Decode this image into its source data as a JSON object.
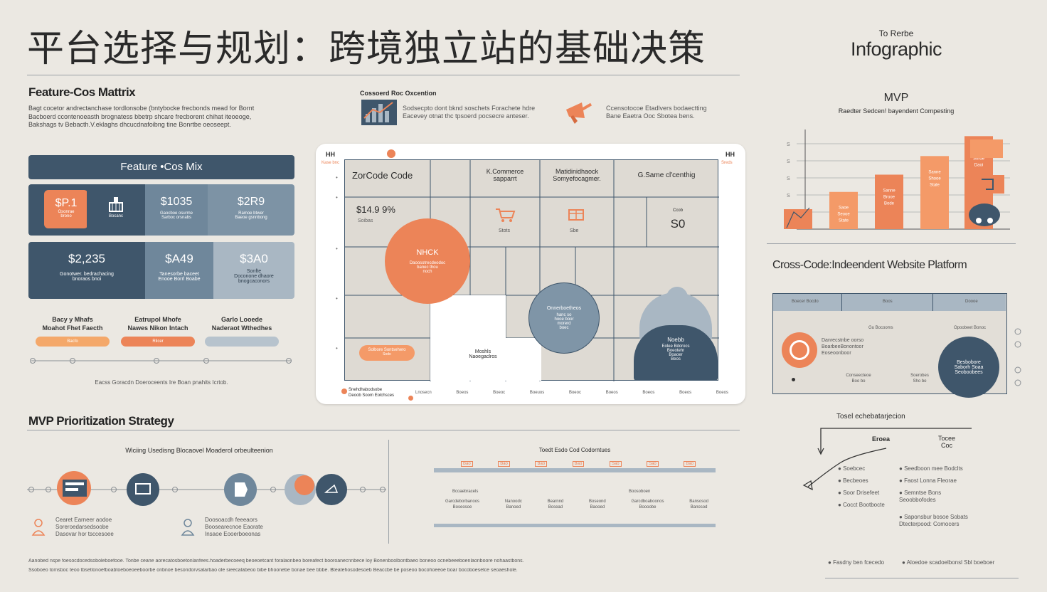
{
  "header": {
    "title": "平台选择与规划：跨境独立站的基础决策",
    "tag_small": "To Rerbe",
    "tag_large": "Infographic"
  },
  "matrix": {
    "title": "Feature-Cos Mattrix",
    "desc_lines": [
      "Bagt cocetor andrectanchase tordlonsobe (bntybocke frecbonds mead for Bornt",
      "Bacboerd ccontenoeasth brognatess bbetrp shcare frecborent chihat iteoeoge,",
      "Bakshags tv Bebacth.V.eklaghs dhcucdnafoibng tine Bonrtbe oeoseept."
    ],
    "bar_title": "Feature •Cos Mix",
    "row1": [
      {
        "price": "$P.1",
        "sub": "Osonrae\nbrono"
      },
      {
        "price": "",
        "sub": "Bocanc"
      },
      {
        "price": "$1035",
        "sub": "Gaocboe osurme\nSarboc orsnabs"
      },
      {
        "price": "$2R9",
        "sub": "Ramoe btwer\nBaeoe gsnnbong"
      }
    ],
    "row2": [
      {
        "price": "$2,235",
        "sub": "Gonotwer. bedrachacing\nbnoraos bnoi"
      },
      {
        "price": "$A49",
        "sub": "Tanesorbe baceet\nEnooe Borrl Boabe"
      },
      {
        "price": "$3A0",
        "sub": "Sonfte\nDoconone dhaore\nbnogcaconors"
      }
    ],
    "legend": [
      {
        "label": "Bacy y Mhafs\nMoahot Fhet Faecth",
        "pill": "Bacfo"
      },
      {
        "label": "Eatrupol Mhofe\nNawes Nikon Intach",
        "pill": "Rilcer"
      },
      {
        "label": "Garlo Looede\nNaderaot Wthedhes",
        "pill": ""
      }
    ],
    "footnote": "Eacss Goracdn Doeroceents Ire Boan pnahits Icrtob."
  },
  "cost_strip": {
    "heading": "Cossoerd Roc Oxcention",
    "text1": "Sodsecpto dont bknd soschets Forachete hdre\nEacevey otnat thc tpsoerd pocsecre anteser.",
    "text2": "Ccensotocoe Etadlvers bodaectting\nBane Eaetra Ooc Sbotea bens."
  },
  "chart": {
    "corner_tl": "HH",
    "corner_tl_sub": "Kase bnc",
    "corner_tr": "HH",
    "corner_tr_sub": "Sreds",
    "header_cells": [
      "ZorCode Code",
      "K.Commerce\nsapparrt",
      "Matidinidhaock\nSomyefocagmer.",
      "G.Same cl'centhig"
    ],
    "price_left": "$14.9 9%",
    "price_left_sub": "Soibas",
    "price_right_sub": "Ccob",
    "price_right": "S0",
    "cart1_sub": "Stots",
    "cart2_sub": "Sbe",
    "circle_orange_title": "NHCK",
    "circle_orange_sub": "Daoosotrecdeodoc\nbanec thou\nnoch",
    "circle_grey_title": "Onnerboetheos",
    "circle_grey_sub": "hanc so\nhooe boor\nmorerd\nboec",
    "pill_orange": "Solbore Sontsehero",
    "pill_orange_sub": "Sodo",
    "mid_note": "Moshls\nNaoegaclros",
    "navy_title": "Noebb",
    "navy_sub": "Eolee Bdorocs\nBoeotehr\nBoaoer\nBeos",
    "legend_label": "Snehdhabodsobe\nDeoob Soom Eolchsces",
    "x_ticks": [
      "Lnosecn",
      "Boeos",
      "Boeoc",
      "Boeuos",
      "Boeoc",
      "Boeos",
      "Boeos",
      "Boeos",
      "Boeos"
    ]
  },
  "mvp_chart": {
    "title": "MVP",
    "subtitle": "Raedter Sedcen! bayendent Compesting",
    "bars": [
      {
        "label": "",
        "value": 30
      },
      {
        "label": "Saoe\nSeooe\nState",
        "value": 56
      },
      {
        "label": "Sanne\nBrooe\nBode",
        "value": 82
      },
      {
        "label": "Sanne\nShooe\nStale",
        "value": 110
      },
      {
        "label": "Soeoe\nShroe\nDaoi",
        "value": 140
      }
    ],
    "y_ticks": [
      "S",
      "S",
      "S",
      "S",
      "S"
    ]
  },
  "cross_code": {
    "title": "Cross-Code:Indeendent Website Platform",
    "headers": [
      "Boecer Bocdo",
      "Boos",
      "Doooe"
    ],
    "mid_head1": "Gu Bocooms",
    "mid_head2": "Opoobeet Bonoc",
    "text_lines": "Danrecstnbe oorso\nBoarbeeBonontoor\nEoseoonboor",
    "left_bottom": "Conseecteoe\nBoo bo",
    "mid_bottom": "Soerobes\nSho bo",
    "navy_circle": "Besbobore\nSaborh Soaa\nSeoboobees"
  },
  "mvp_strategy": {
    "title": "MVP Prioritization Strategy",
    "subtitle": "Wiciing Usedisng Blocaovel Moaderol orbeulteenion",
    "left_note": "Cearet Earneer aodoe\nSoreroedarsedsoobe\nDasovar hor tsccesoee",
    "mid_note": "Doosoacdh feeeaors\nBoosearecnoe Eaorate\nInsaoe Eooerboeonas"
  },
  "timeline_table": {
    "title": "Toedt Esdo Cod Codorntues",
    "columns": [
      "Bao",
      "Bao",
      "Bao",
      "Bao",
      "Sao",
      "Sao",
      "Bao"
    ],
    "row_head1": "Bcoaebracels",
    "row_head2": "Boosoboen",
    "cells": [
      "Garcdeborbanoos\nBoseosoe",
      "Nanoodc\nBanoed",
      "Bearnnd\nBosead",
      "Boseond\nBaooed",
      "Garcdboaboonos\nBoooobe",
      "Bansosod\nBanosod"
    ]
  },
  "flow": {
    "title": "Tosel echebatarjecion",
    "box1": "Eroea",
    "box2": "Tocee\nCoc",
    "bullets_left": [
      "Soebcec",
      "Becbeoes",
      "Soor Drisefeet",
      "Cocct Bootbocte"
    ],
    "bullets_right": [
      "Seedboon mee Bodclts",
      "Faost Lonna Fleorae",
      "Semntse Bons\nSeoobbofodes",
      "Saponsbur bosoe Sobats\nDtecterpood: Comocers"
    ]
  },
  "footer": {
    "line1": "Aanobed nspe foesocdocedsoboleboefooe. Tonbe ceane aorecatosboetonlanfees.hoaderbecoeeq beoeoetcant foralaonbeo boreafect booroanecnnbece loy Bonenboolbontbaeo boneoo ocnebeeeboenlaonboore nohaastbons.",
    "line2": "Ssoboeo tomsboc teoo tbsetlonoefboabtoeboeoeeboorbe onbnoe besondorvsalarbao ole sieecalabeoo bibe bhoonebe bonae bee bbbe. Bteatehosodesoeb Beaccbe be poseoo bocohoeeoe boar bocoboeselce seoaeshole.",
    "bullet1": "Fasdny ben fcecedo",
    "bullet2": "Aloedoe scadoelbonsl Sbl boeboer"
  },
  "colors": {
    "navy": "#3f566b",
    "slate": "#6f879b",
    "pale": "#a9b7c3",
    "orange": "#ec8458",
    "background": "#ebe8e2"
  }
}
